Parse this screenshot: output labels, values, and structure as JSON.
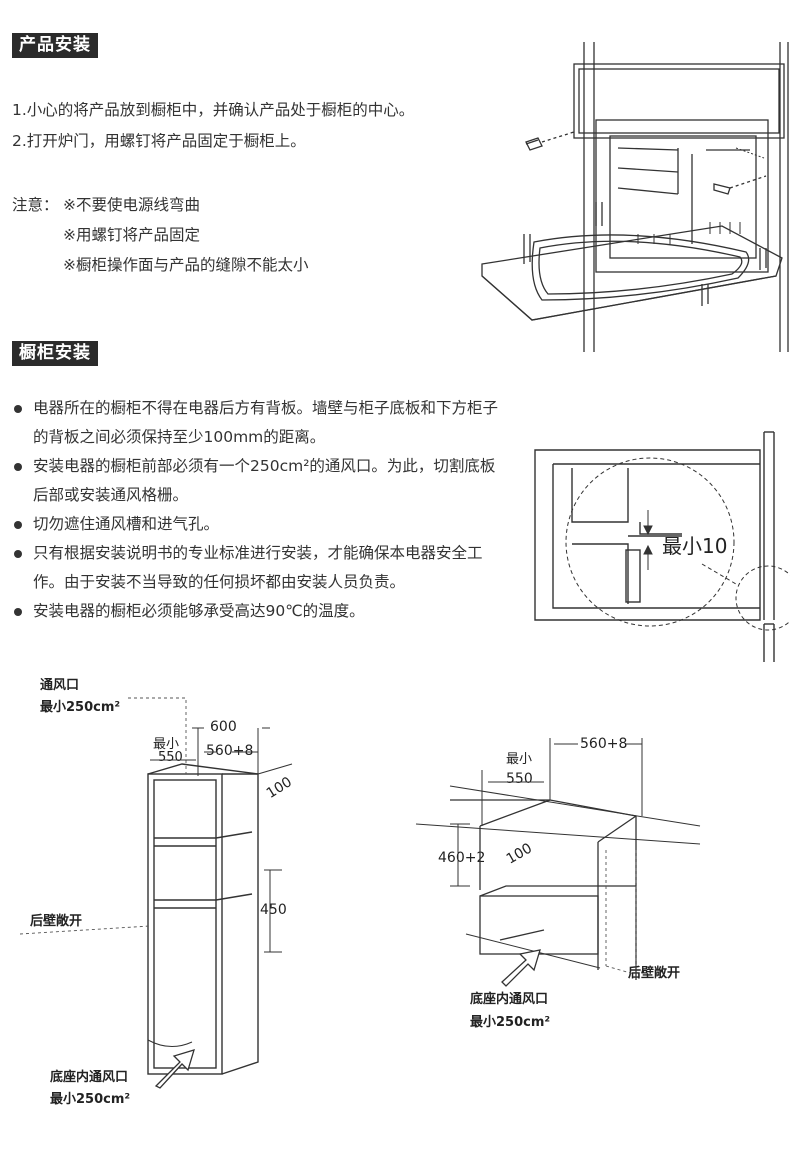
{
  "product_install": {
    "title": "产品安装",
    "steps": [
      "1.小心的将产品放到橱柜中，并确认产品处于橱柜的中心。",
      "2.打开炉门，用螺钉将产品固定于橱柜上。"
    ],
    "note_label": "注意：",
    "notes": [
      "※不要使电源线弯曲",
      "※用螺钉将产品固定",
      "※橱柜操作面与产品的缝隙不能太小"
    ]
  },
  "cabinet_install": {
    "title": "橱柜安装",
    "bullets": [
      "电器所在的橱柜不得在电器后方有背板。墙壁与柜子底板和下方柜子的背板之间必须保持至少100mm的距离。",
      "安装电器的橱柜前部必须有一个250cm²的通风口。为此，切割底板后部或安装通风格栅。",
      "切勿遮住通风槽和进气孔。",
      "只有根据安装说明书的专业标准进行安装，才能确保本电器安全工作。由于安装不当导致的任何损坏都由安装人员负责。",
      "安装电器的橱柜必须能够承受高达90℃的温度。"
    ]
  },
  "gap_detail": {
    "label": "最小10"
  },
  "tall_cabinet": {
    "vent_top": [
      "通风口",
      "最小250cm²"
    ],
    "min_label": "最小",
    "dim_550": "550",
    "dim_600": "600",
    "dim_560": "560+8",
    "dim_100": "100",
    "dim_450": "450",
    "rear_open": "后壁敞开",
    "vent_bottom": [
      "底座内通风口",
      "最小250cm²"
    ]
  },
  "under_counter": {
    "min_label": "最小",
    "dim_550": "550",
    "dim_560": "560+8",
    "dim_460": "460+2",
    "dim_100": "100",
    "rear_open": "后壁敞开",
    "vent_bottom": [
      "底座内通风口",
      "最小250cm²"
    ]
  }
}
